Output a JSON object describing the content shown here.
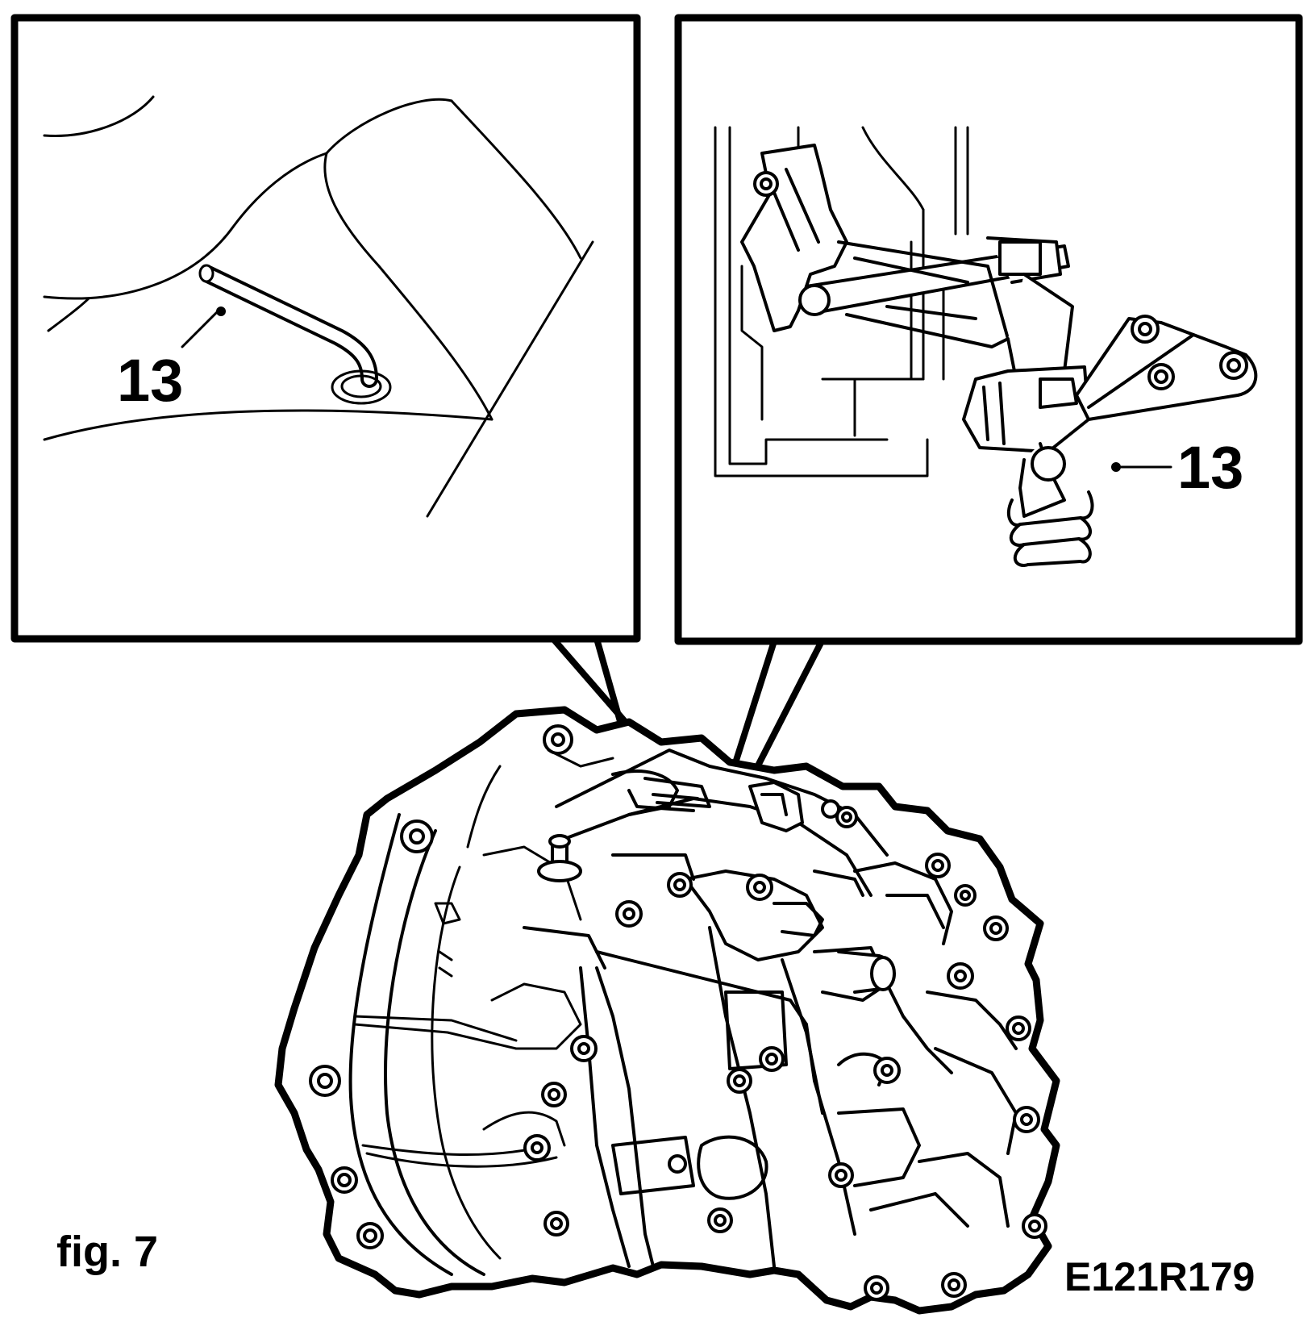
{
  "figure": {
    "caption": "fig. 7",
    "reference_code": "E121R179",
    "callouts": {
      "left_detail": "13",
      "right_detail": "13"
    },
    "colors": {
      "ink": "#000000",
      "paper": "#ffffff"
    }
  }
}
